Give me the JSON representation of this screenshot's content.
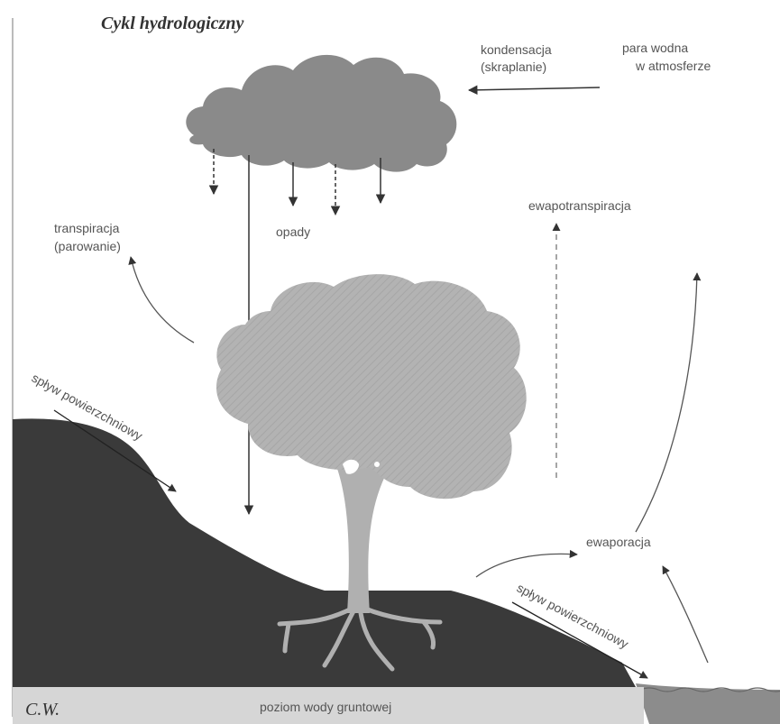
{
  "title": "Cykl hydrologiczny",
  "labels": {
    "kondensacja": "kondensacja",
    "skraplanie": "(skraplanie)",
    "para_wodna_1": "para wodna",
    "para_wodna_2": "w atmosferze",
    "opady": "opady",
    "ewapotranspiracja": "ewapotranspiracja",
    "transpiracja_1": "transpiracja",
    "transpiracja_2": "(parowanie)",
    "splyw_left": "spływ powierzchniowy",
    "splyw_right": "spływ powierzchniowy",
    "ewaporacja": "ewaporacja",
    "poziom": "poziom wody gruntowej",
    "signature": "C.W."
  },
  "colors": {
    "cloud": "#8a8a8a",
    "tree": "#b0b0b0",
    "hill": "#3a3a3a",
    "groundwater": "#d6d6d6",
    "water": "#8c8c8c",
    "arrow": "#444444"
  }
}
